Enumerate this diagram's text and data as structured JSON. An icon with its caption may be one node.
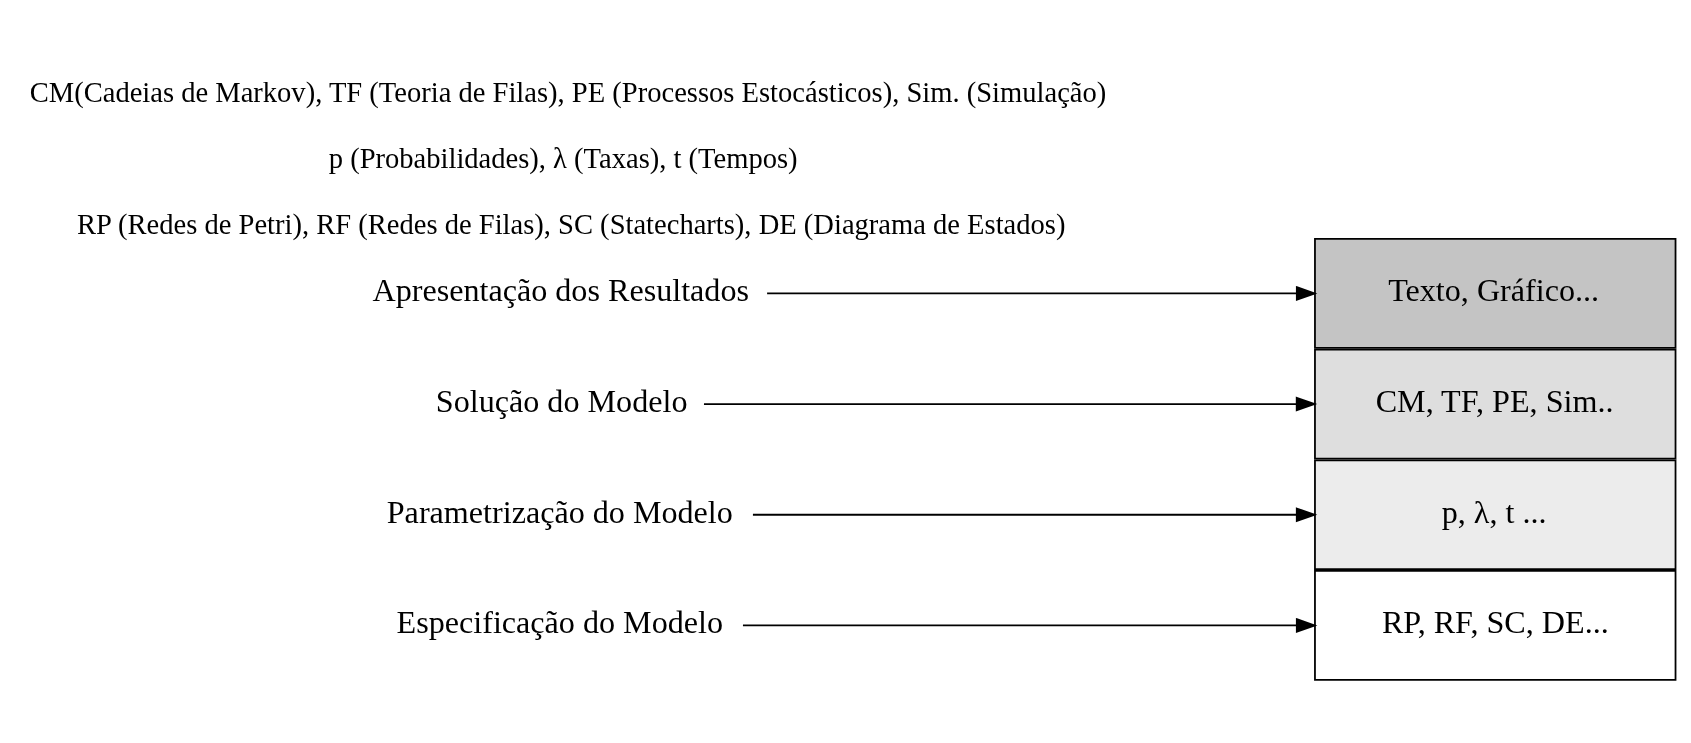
{
  "diagram": {
    "nodes": [
      {
        "text": [
          "Especificação do Modelo"
        ]
      },
      {
        "text": [
          "Parametrização do Modelo"
        ]
      },
      {
        "text": [
          "Solução do Modelo"
        ]
      },
      {
        "text": [
          "Apresentação dos Resultados"
        ]
      },
      {
        "text": [
          "RP, RF, SC, DE..."
        ]
      },
      {
        "text": [
          "p, λ, t ..."
        ]
      },
      {
        "text": [
          "CM, TF, PE, Sim.."
        ]
      },
      {
        "text": [
          "Texto, Gráfico..."
        ]
      }
    ],
    "edges": [
      {
        "from": 0,
        "to": 4,
        "arrow": "to"
      },
      {
        "from": 1,
        "to": 5,
        "arrow": "to"
      },
      {
        "from": 2,
        "to": 6,
        "arrow": "to"
      },
      {
        "from": 3,
        "to": 7,
        "arrow": "to"
      }
    ],
    "labels": [
      "RP (Redes de Petri), RF (Redes de Filas), SC (Statecharts), DE (Diagrama de Estados)",
      "p (Probabilidades), λ (Taxas), t (Tempos)",
      "CM(Cadeias de Markov), TF (Teoria de Filas), PE (Processos Estocásticos), Sim. (Simulação)"
    ]
  }
}
